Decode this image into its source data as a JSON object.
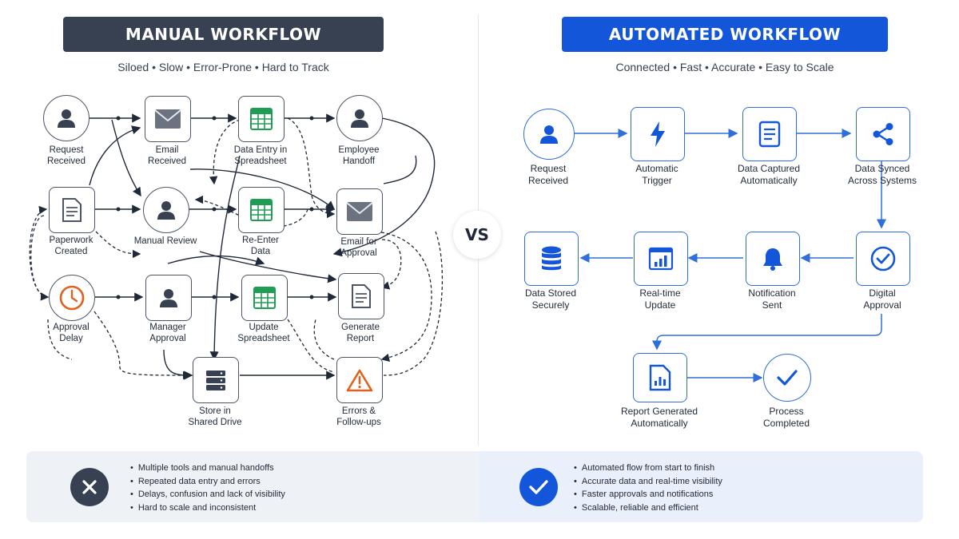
{
  "manual": {
    "title": "MANUAL WORKFLOW",
    "subtitle": "Siloed • Slow • Error-Prone • Hard to Track",
    "nodes": [
      {
        "line1": "Request",
        "line2": "Received",
        "icon": "user-icon"
      },
      {
        "line1": "Email",
        "line2": "Received",
        "icon": "envelope-icon"
      },
      {
        "line1": "Data Entry in",
        "line2": "Spreadsheet",
        "icon": "spreadsheet-icon"
      },
      {
        "line1": "Employee",
        "line2": "Handoff",
        "icon": "user-icon"
      },
      {
        "line1": "Paperwork",
        "line2": "Created",
        "icon": "document-icon"
      },
      {
        "line1": "Manual Review",
        "line2": "",
        "icon": "user-icon"
      },
      {
        "line1": "Re-Enter",
        "line2": "Data",
        "icon": "spreadsheet-icon"
      },
      {
        "line1": "Email for",
        "line2": "Approval",
        "icon": "envelope-icon"
      },
      {
        "line1": "Approval",
        "line2": "Delay",
        "icon": "clock-icon"
      },
      {
        "line1": "Manager",
        "line2": "Approval",
        "icon": "user-icon"
      },
      {
        "line1": "Update",
        "line2": "Spreadsheet",
        "icon": "spreadsheet-icon"
      },
      {
        "line1": "Generate",
        "line2": "Report",
        "icon": "document-icon"
      },
      {
        "line1": "Store in",
        "line2": "Shared Drive",
        "icon": "server-icon"
      },
      {
        "line1": "Errors &",
        "line2": "Follow-ups",
        "icon": "warning-icon"
      }
    ],
    "summary": [
      "Multiple tools and manual handoffs",
      "Repeated data entry and errors",
      "Delays, confusion and lack of visibility",
      "Hard to scale and inconsistent"
    ]
  },
  "vs": "VS",
  "automated": {
    "title": "AUTOMATED WORKFLOW",
    "subtitle": "Connected • Fast • Accurate • Easy to Scale",
    "nodes": [
      {
        "line1": "Request",
        "line2": "Received",
        "icon": "user-icon"
      },
      {
        "line1": "Automatic",
        "line2": "Trigger",
        "icon": "lightning-icon"
      },
      {
        "line1": "Data Captured",
        "line2": "Automatically",
        "icon": "document-icon"
      },
      {
        "line1": "Data Synced",
        "line2": "Across Systems",
        "icon": "share-icon"
      },
      {
        "line1": "Digital",
        "line2": "Approval",
        "icon": "check-circle-icon"
      },
      {
        "line1": "Notification",
        "line2": "Sent",
        "icon": "bell-icon"
      },
      {
        "line1": "Real-time",
        "line2": "Update",
        "icon": "bar-chart-icon"
      },
      {
        "line1": "Data Stored",
        "line2": "Securely",
        "icon": "database-icon"
      },
      {
        "line1": "Report Generated",
        "line2": "Automatically",
        "icon": "report-icon"
      },
      {
        "line1": "Process",
        "line2": "Completed",
        "icon": "check-icon"
      }
    ],
    "summary": [
      "Automated flow from start to finish",
      "Accurate data and real-time visibility",
      "Faster approvals and notifications",
      "Scalable, reliable and efficient"
    ]
  },
  "colors": {
    "manual_dark": "#374151",
    "automated_blue": "#1456d9",
    "warning_orange": "#e0621f",
    "sheet_green": "#1f9d55"
  }
}
